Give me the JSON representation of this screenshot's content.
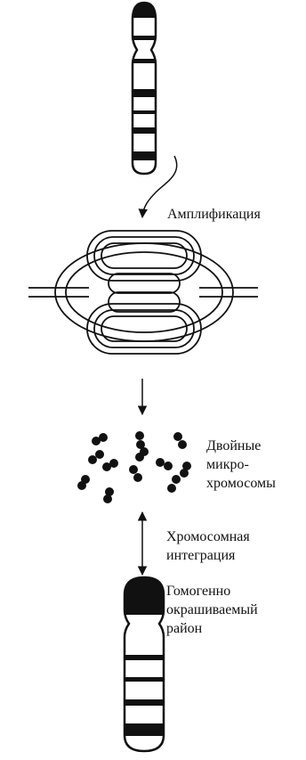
{
  "labels": {
    "amplification": "Амплификация",
    "double_minutes": [
      "Двойные",
      "микро-",
      "хромосомы"
    ],
    "chromosomal_integration": [
      "Хромосомная",
      "интеграция"
    ],
    "hsr": [
      "Гомогенно",
      "окрашиваемый",
      "район"
    ]
  },
  "colors": {
    "ink": "#111111",
    "background": "#ffffff"
  }
}
